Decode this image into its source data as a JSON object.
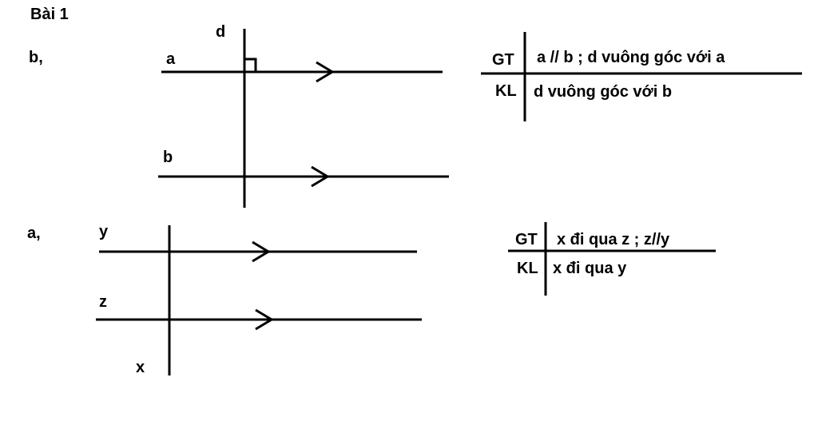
{
  "title": "Bài 1",
  "part_b": {
    "label": "b,",
    "line_d": "d",
    "line_a": "a",
    "line_b": "b",
    "gt_label": "GT",
    "gt_text": "a // b ; d vuông góc với a",
    "kl_label": "KL",
    "kl_text": "d vuông góc với b"
  },
  "part_a": {
    "label": "a,",
    "line_y": "y",
    "line_z": "z",
    "line_x": "x",
    "gt_label": "GT",
    "gt_text": "x đi qua z ; z//y",
    "kl_label": "KL",
    "kl_text": "x đi qua y"
  }
}
